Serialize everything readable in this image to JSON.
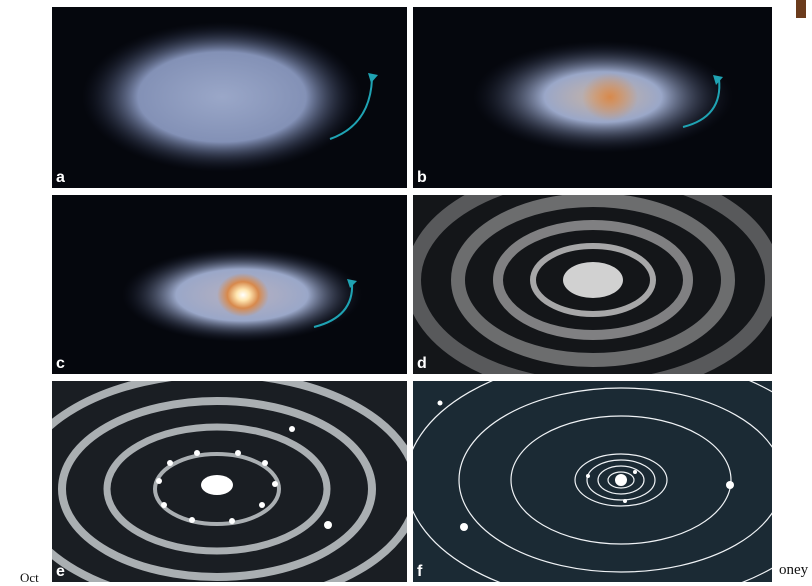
{
  "header": {
    "title_fragment": ""
  },
  "panels": [
    {
      "id": "a",
      "label": "a",
      "stage": "diffuse cloud"
    },
    {
      "id": "b",
      "label": "b",
      "stage": "collapsing cloud with warm core"
    },
    {
      "id": "c",
      "label": "c",
      "stage": "disk with bright protostar"
    },
    {
      "id": "d",
      "label": "d",
      "stage": "swirling dusty disk"
    },
    {
      "id": "e",
      "label": "e",
      "stage": "ring structure with clumps"
    },
    {
      "id": "f",
      "label": "f",
      "stage": "planetary orbits"
    }
  ],
  "footer": {
    "left": "Oct",
    "right": "oney"
  },
  "colors": {
    "background": "#ffffff",
    "panel_dark": "#05070d",
    "cloud": "#9aa7c8",
    "core_warm": "#d7894c",
    "arrow": "#1fa3b3",
    "orbit": "#f0f3f6"
  }
}
